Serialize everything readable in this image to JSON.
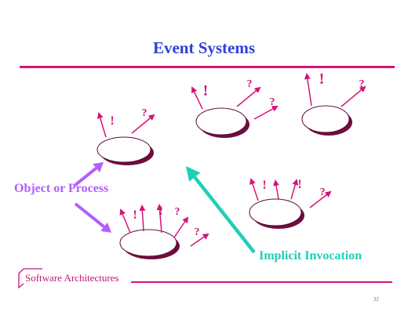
{
  "slide": {
    "title": "Event Systems",
    "page_number": "32"
  },
  "labels": {
    "object_or_process": "Object or Process",
    "implicit_invocation": "Implicit Invocation"
  },
  "footer": {
    "text": "Software Architectures"
  },
  "symbols": {
    "announce": "!",
    "listen": "?"
  },
  "colors": {
    "title": "#2f3fd8",
    "rule": "#d4137a",
    "symbol": "#d4137a",
    "object_label": "#b35cff",
    "implicit_label": "#1fcfb6",
    "footer_text": "#c2187a"
  }
}
